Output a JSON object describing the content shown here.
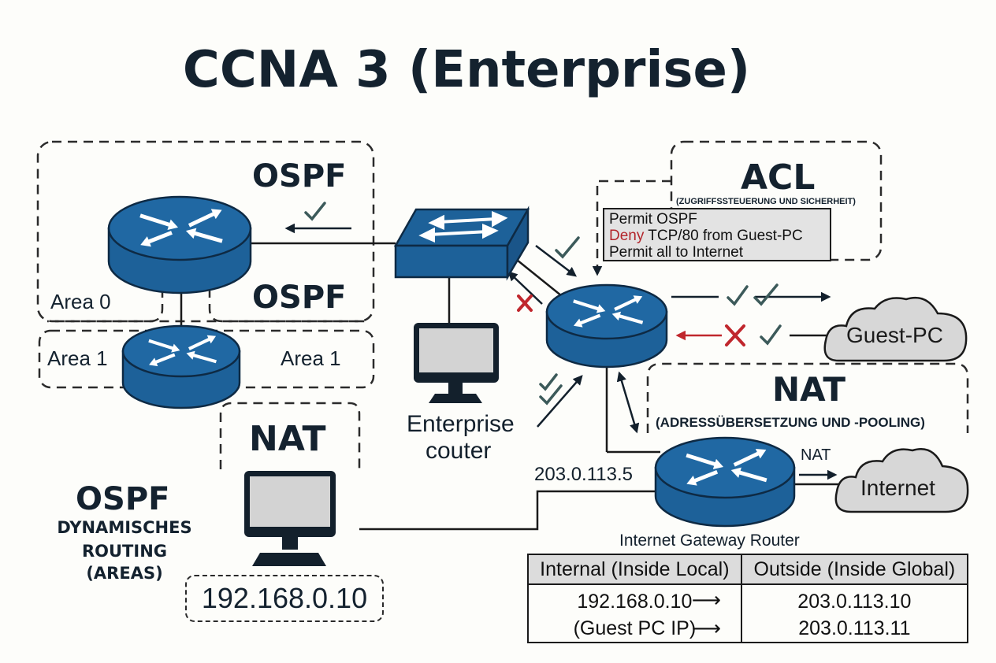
{
  "title": "CCNA 3 (Enterprise)",
  "ospf_area0": {
    "label_top": "OSPF",
    "label_bottom": "OSPF",
    "area0": "Area 0",
    "area1_left": "Area 1",
    "area1_right": "Area 1"
  },
  "ospf_legend": {
    "title": "OSPF",
    "line1": "DYNAMISCHES",
    "line2": "ROUTING",
    "line3": "(AREAS)"
  },
  "acl": {
    "title": "ACL",
    "subtitle": "(ZUGRIFFSSTEUERUNG UND SICHERHEIT)",
    "rules": [
      {
        "action": "Permit",
        "text": " OSPF",
        "color": "#111111"
      },
      {
        "action": "Deny",
        "text": " TCP/80 from Guest-PC",
        "color": "#b3262c"
      },
      {
        "action": "Permit",
        "text": " all to Internet",
        "color": "#111111"
      }
    ]
  },
  "enterprise_router": {
    "label_line1": "Enterprise",
    "label_line2": "couter"
  },
  "guest_pc": {
    "label": "Guest-PC"
  },
  "nat_box": {
    "title": "NAT",
    "subtitle": "(ADRESSÜBERSETZUNG UND -POOLING)"
  },
  "nat_left": {
    "title": "NAT",
    "ip": "192.168.0.10"
  },
  "gateway": {
    "ip": "203.0.113.5",
    "nat_arrow_label": "NAT",
    "label": "Internet Gateway Router",
    "cloud_label": "Internet"
  },
  "nat_table": {
    "headers": [
      "Internal (Inside Local)",
      "Outside (Inside Global)"
    ],
    "rows": [
      {
        "inside_local": "192.168.0.10",
        "inside_global": "203.0.113.10"
      },
      {
        "inside_local": "(Guest PC IP)",
        "inside_global": "203.0.113.11"
      }
    ]
  },
  "colors": {
    "device_blue": "#1d6199",
    "device_outline": "#0e2a44",
    "check_green": "#3c5a5a",
    "deny_red": "#c0272d",
    "cloud_fill": "#d7d7d7",
    "text_dark": "#14222f"
  }
}
